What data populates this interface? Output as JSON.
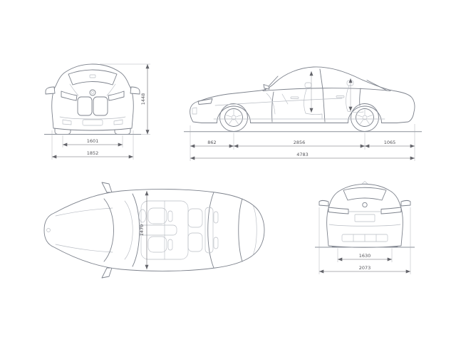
{
  "colors": {
    "background": "#ffffff",
    "car_line": "#7d828c",
    "car_line_light": "#b9bdc4",
    "dim_line": "#63646a",
    "dim_text": "#55555a"
  },
  "dims": {
    "front": {
      "track": "1601",
      "width": "1852",
      "height": "1448"
    },
    "side": {
      "front_overhang": "862",
      "wheelbase": "2856",
      "rear_overhang": "1065",
      "length": "4783"
    },
    "top": {
      "cabin_width": "1470"
    },
    "rear": {
      "track": "1630",
      "width_mirrors": "2073"
    }
  }
}
